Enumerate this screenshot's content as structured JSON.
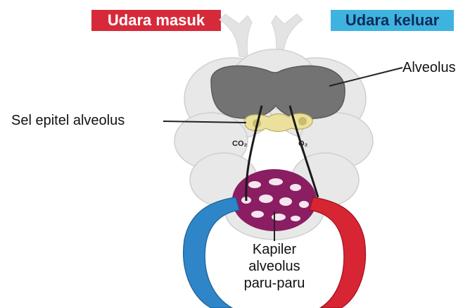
{
  "tags": {
    "air_in": "Udara masuk",
    "air_out": "Udara keluar"
  },
  "labels": {
    "alveolus": "Alveolus",
    "epithelial_cell": "Sel epitel alveolus",
    "capillary_line1": "Kapiler",
    "capillary_line2": "alveolus",
    "capillary_line3": "paru-paru"
  },
  "gases": {
    "left": "CO₂",
    "right": "O₂"
  },
  "colors": {
    "air_in_tag": "#d62a3a",
    "air_out_tag": "#3fb3e0",
    "alveolus_dark": "#6e6e6e",
    "alveolus_sac": "#e6e6e6",
    "epithelial": "#e8de9a",
    "capillary": "#8b1d63",
    "vein_blue": "#2e86c8",
    "artery_red": "#d82533"
  }
}
